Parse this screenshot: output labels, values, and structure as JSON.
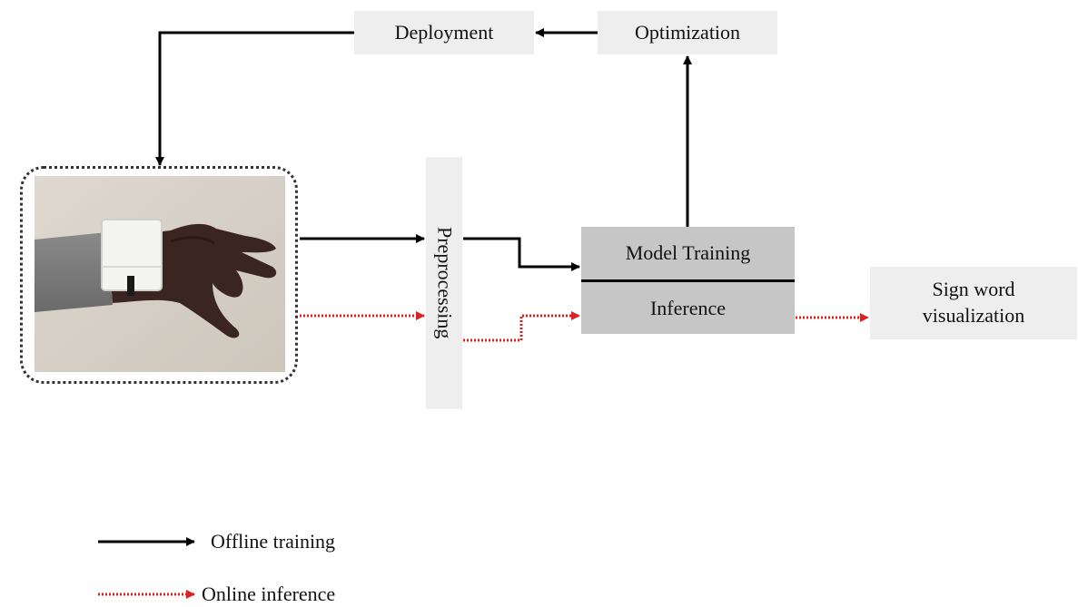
{
  "boxes": {
    "deployment": "Deployment",
    "optimization": "Optimization",
    "preprocessing": "Preprocessing",
    "model_training": "Model Training",
    "inference": "Inference",
    "sign_word_line1": "Sign word",
    "sign_word_line2": "visualization"
  },
  "legend": {
    "offline": "Offline training",
    "online": "Online inference"
  },
  "colors": {
    "offline_line": "#000000",
    "online_line": "#e02020",
    "box_fill": "#eeeeee",
    "model_fill": "#c6c6c6"
  }
}
